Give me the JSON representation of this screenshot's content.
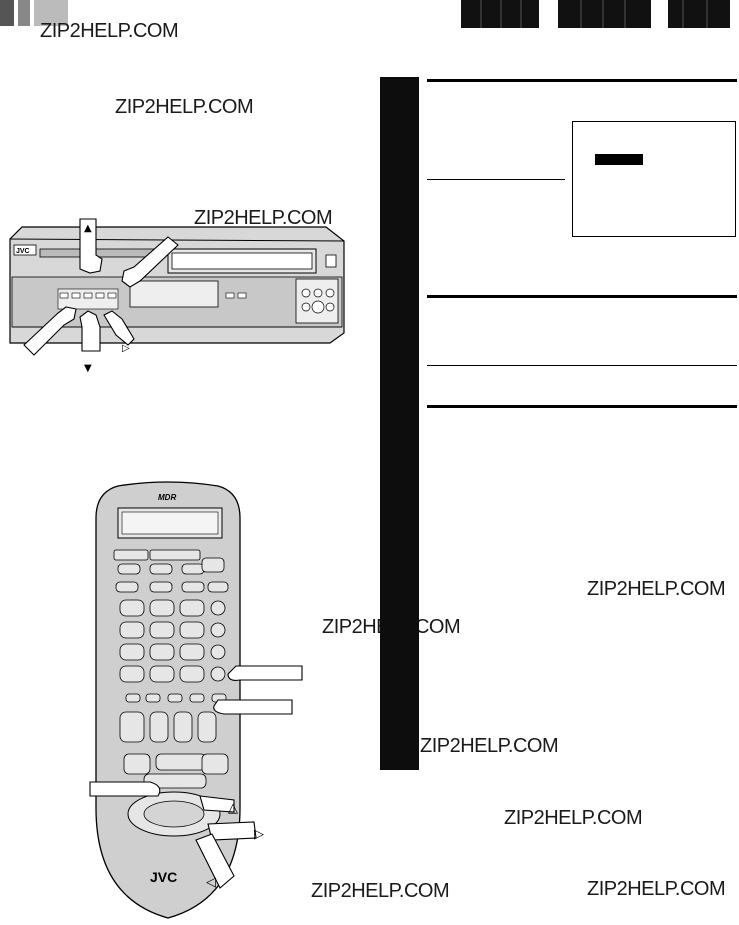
{
  "watermarks": [
    {
      "text": "ZIP2HELP.COM"
    },
    {
      "text": "ZIP2HELP.COM"
    },
    {
      "text": "ZIP2HELP.COM"
    },
    {
      "text": "ZIP2HELP.COM"
    },
    {
      "text": "ZIP2HELP.COM"
    },
    {
      "text": "ZIP2HELP.COM"
    },
    {
      "text": "ZIP2HELP.COM"
    },
    {
      "text": "ZIP2HELP.COM"
    },
    {
      "text": "ZIP2HELP.COM"
    }
  ],
  "device": {
    "brand": "JVC",
    "remote_logo": "MDR",
    "arrow_up_glyph": "▲",
    "arrow_down_glyph": "▼",
    "arrow_right_glyph": "▷",
    "arrow_left_glyph": "◁",
    "arrow_up_outline_glyph": "△"
  },
  "colors": {
    "ink": "#000000",
    "vcr_body": "#d8d8d8",
    "remote_body": "#cfcfcf",
    "header_block": "#111111"
  }
}
